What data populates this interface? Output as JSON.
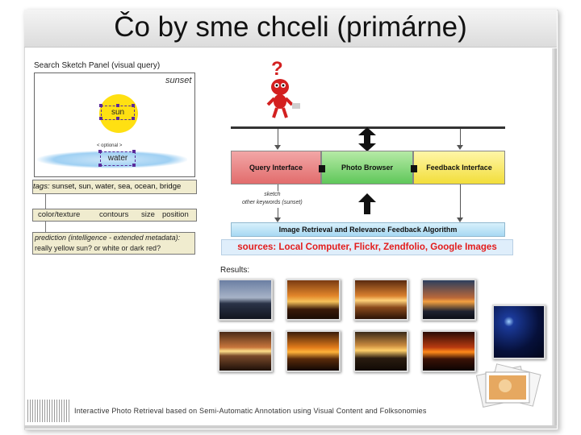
{
  "slide": {
    "title": "Čo by sme chceli (primárne)",
    "footer": "Interactive Photo Retrieval based on Semi-Automatic Annotation using Visual Content and Folksonomies"
  },
  "sketch_panel": {
    "title": "Search Sketch Panel (visual query)",
    "sunset_label": "sunset",
    "sun_label": "sun",
    "optional_label": "< optional >",
    "water_label": "water"
  },
  "tags_box": {
    "prefix": "tags:",
    "text": " sunset, sun, water, sea, ocean, bridge"
  },
  "features_box": {
    "items": [
      "color/texture",
      "contours",
      "size",
      "position"
    ]
  },
  "prediction_box": {
    "line1": "prediction (intelligence - extended metadata):",
    "line2": "really yellow sun? or white or dark red?"
  },
  "diagram": {
    "question_mark": "?",
    "components": [
      "Query Interface",
      "Photo Browser",
      "Feedback Interface"
    ],
    "sketch_note_line1": "sketch",
    "sketch_note_line2": "other keywords (sunset)",
    "algorithm": "Image Retrieval and Relevance Feedback Algorithm",
    "sources": "sources: Local Computer, Flickr, Zendfolio, Google Images",
    "results_label": "Results:"
  },
  "colors": {
    "query_interface": "#e26c6c",
    "photo_browser": "#5fc75a",
    "feedback_interface": "#f2de3a",
    "sources_text": "#e31c1c",
    "sun": "#ffe012"
  }
}
